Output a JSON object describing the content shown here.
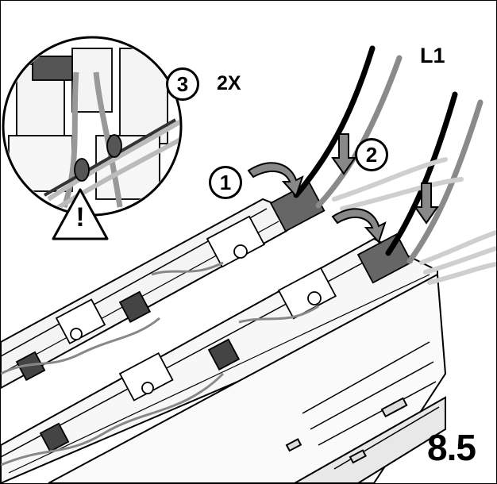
{
  "labels": {
    "phase": "L1",
    "repeat": "2X",
    "page_number": "8.5"
  },
  "steps": [
    "1",
    "2",
    "3"
  ],
  "warning": {
    "icon": "warning-triangle-icon",
    "mark": "!"
  },
  "colors": {
    "line": "#000000",
    "grey_wire": "#8a8a8a",
    "light_wire": "#cfcfcf",
    "background": "#ffffff"
  }
}
